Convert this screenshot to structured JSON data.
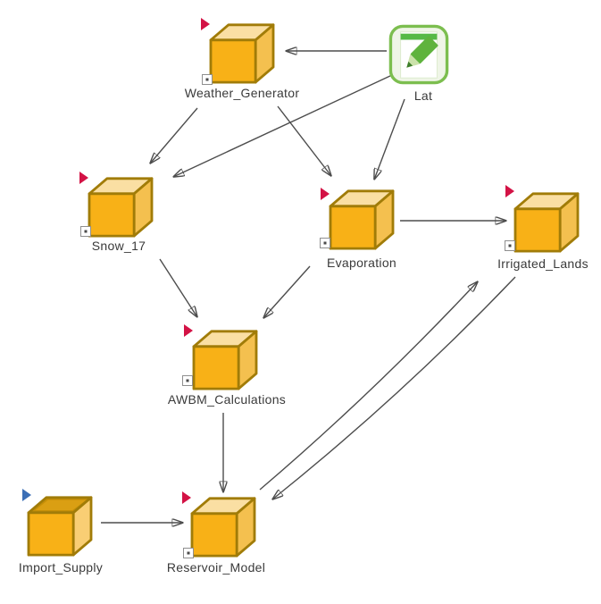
{
  "diagram": {
    "type": "model-dependency-diagram",
    "nodes": {
      "weather_generator": {
        "label": "Weather_Generator",
        "icon": "cube-icon",
        "flag": "red",
        "has_marker": true
      },
      "lat": {
        "label": "Lat",
        "icon": "edit-note-icon",
        "flag": null,
        "has_marker": false
      },
      "snow_17": {
        "label": "Snow_17",
        "icon": "cube-icon",
        "flag": "red",
        "has_marker": true
      },
      "evaporation": {
        "label": "Evaporation",
        "icon": "cube-icon",
        "flag": "red",
        "has_marker": true
      },
      "irrigated_lands": {
        "label": "Irrigated_Lands",
        "icon": "cube-icon",
        "flag": "red",
        "has_marker": true
      },
      "awbm_calculations": {
        "label": "AWBM_Calculations",
        "icon": "cube-icon",
        "flag": "red",
        "has_marker": true
      },
      "import_supply": {
        "label": "Import_Supply",
        "icon": "open-box-icon",
        "flag": "blue",
        "has_marker": false
      },
      "reservoir_model": {
        "label": "Reservoir_Model",
        "icon": "cube-icon",
        "flag": "red",
        "has_marker": true
      }
    },
    "edges": [
      {
        "from": "Lat",
        "to": "Weather_Generator",
        "style": "straight"
      },
      {
        "from": "Weather_Generator",
        "to": "Snow_17",
        "style": "straight"
      },
      {
        "from": "Weather_Generator",
        "to": "Evaporation",
        "style": "straight"
      },
      {
        "from": "Lat",
        "to": "Snow_17",
        "style": "straight"
      },
      {
        "from": "Lat",
        "to": "Evaporation",
        "style": "straight"
      },
      {
        "from": "Evaporation",
        "to": "Irrigated_Lands",
        "style": "straight"
      },
      {
        "from": "Snow_17",
        "to": "AWBM_Calculations",
        "style": "straight"
      },
      {
        "from": "Evaporation",
        "to": "AWBM_Calculations",
        "style": "straight"
      },
      {
        "from": "AWBM_Calculations",
        "to": "Reservoir_Model",
        "style": "straight"
      },
      {
        "from": "Import_Supply",
        "to": "Reservoir_Model",
        "style": "straight"
      },
      {
        "from": "Reservoir_Model",
        "to": "Irrigated_Lands",
        "style": "curved"
      },
      {
        "from": "Irrigated_Lands",
        "to": "Reservoir_Model",
        "style": "curved"
      }
    ],
    "colors": {
      "canvas_bg": "#FFFFFF",
      "arrow_color": "#4D4D4D",
      "label_color": "#3A3A3A",
      "cube_front": "#F8B117",
      "cube_top": "#FADFA3",
      "cube_side": "#F4C04F",
      "cube_outline": "#A17C08",
      "openbox_interior": "#C68F07",
      "openbox_inner": "#DA9F13",
      "openbox_side": "#F9CE74",
      "red_flag": "#D31245",
      "blue_flag": "#3C6FB6",
      "lat_border": "#7CBE4F",
      "lat_fill": "#EFF5E7",
      "lat_green": "#56B947",
      "pencil_green": "#5FB33D",
      "pencil_tip": "#CBE2AA",
      "pencil_point": "#3E7E2B"
    }
  }
}
